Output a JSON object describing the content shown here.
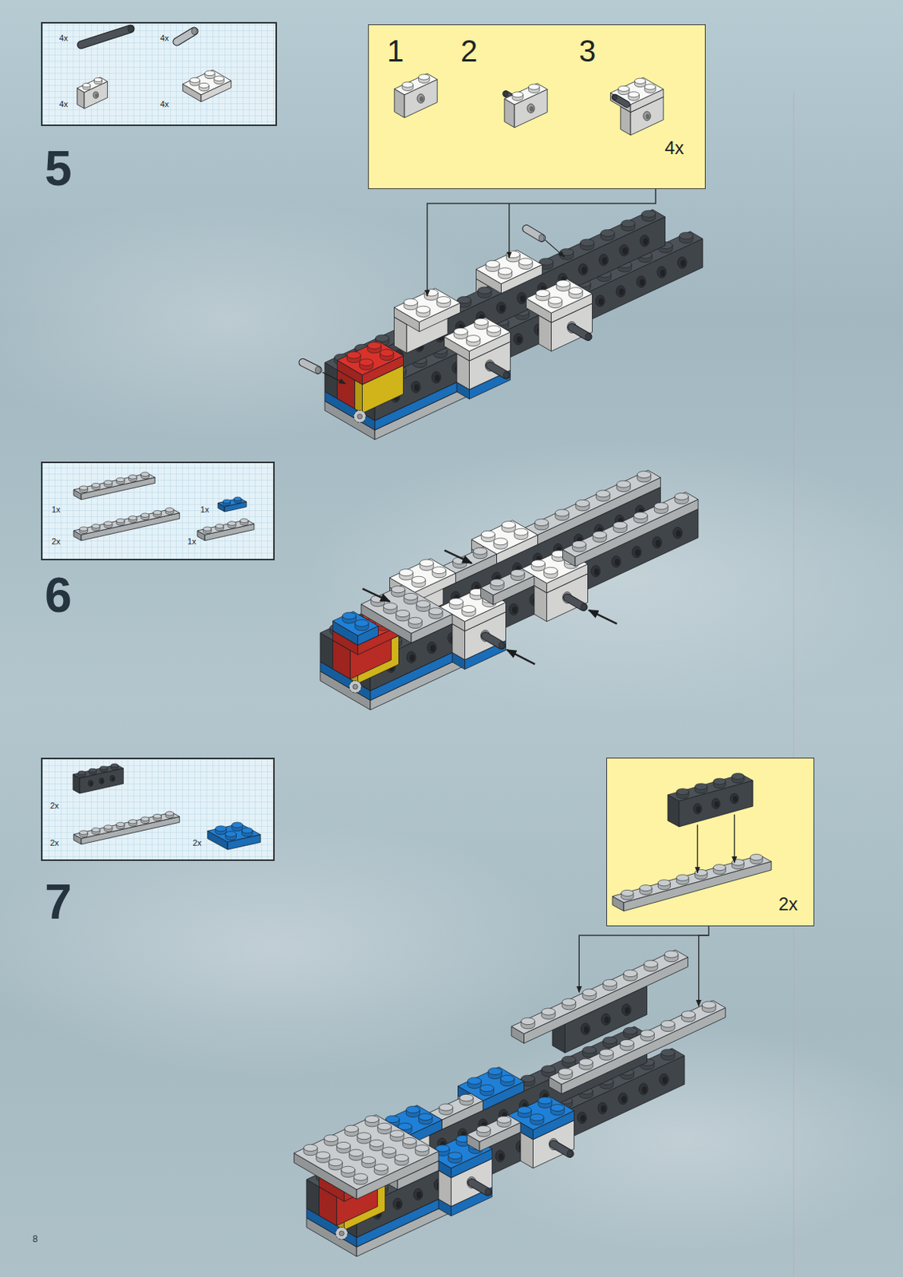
{
  "diagram": {
    "nodes": [
      {
        "text": [
          "4x",
          "4x",
          "4x",
          "4x"
        ]
      },
      {
        "text": [
          "1",
          "2",
          "3",
          "4x"
        ]
      },
      {
        "text": [
          "1x",
          "1x",
          "2x",
          "1x"
        ]
      },
      {
        "text": [
          "2x",
          "2x",
          "2x"
        ]
      },
      {
        "text": [
          "2x"
        ]
      }
    ],
    "labels": [
      "5",
      "6",
      "7",
      "8"
    ]
  }
}
